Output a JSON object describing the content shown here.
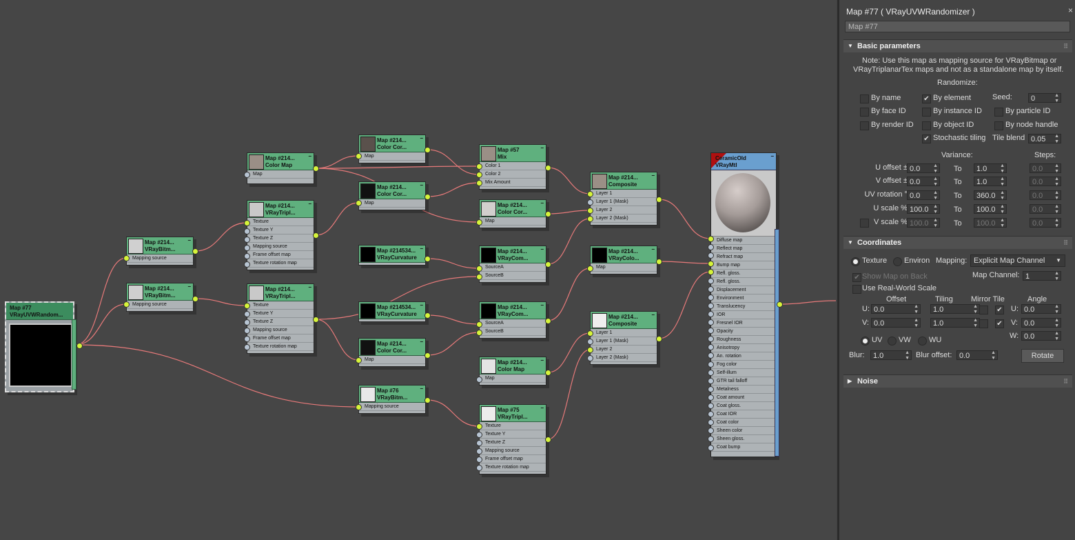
{
  "nodes": [
    {
      "id": "n77",
      "t1": "Map #77",
      "t2": "VRayUVWRandom...",
      "slots": []
    },
    {
      "id": "bm1",
      "t1": "Map #214...",
      "t2": "VRayBitm...",
      "slots": [
        "Mapping source"
      ]
    },
    {
      "id": "bm2",
      "t1": "Map #214...",
      "t2": "VRayBitm...",
      "slots": [
        "Mapping source"
      ]
    },
    {
      "id": "cm1",
      "t1": "Map #214...",
      "t2": "Color Map",
      "slots": [
        "Map"
      ]
    },
    {
      "id": "tp1",
      "t1": "Map #214...",
      "t2": "VRayTripl...",
      "slots": [
        "Texture",
        "Texture Y",
        "Texture Z",
        "Mapping source",
        "Frame offset map",
        "Texture rotation map"
      ]
    },
    {
      "id": "tp2",
      "t1": "Map #214...",
      "t2": "VRayTripl...",
      "slots": [
        "Texture",
        "Texture Y",
        "Texture Z",
        "Mapping source",
        "Frame offset map",
        "Texture rotation map"
      ]
    },
    {
      "id": "cc1",
      "t1": "Map #214...",
      "t2": "Color Cor...",
      "slots": [
        "Map"
      ]
    },
    {
      "id": "cc2",
      "t1": "Map #214...",
      "t2": "Color Cor...",
      "slots": [
        "Map"
      ]
    },
    {
      "id": "cv1",
      "t1": "Map #214534...",
      "t2": "VRayCurvature",
      "slots": []
    },
    {
      "id": "cv2",
      "t1": "Map #214534...",
      "t2": "VRayCurvature",
      "slots": []
    },
    {
      "id": "cc3",
      "t1": "Map #214...",
      "t2": "Color Cor...",
      "slots": [
        "Map"
      ]
    },
    {
      "id": "bm76",
      "t1": "Map #76",
      "t2": "VRayBitm...",
      "slots": [
        "Mapping source"
      ]
    },
    {
      "id": "mix",
      "t1": "Map #57",
      "t2": "Mix",
      "slots": [
        "Color 1",
        "Color 2",
        "Mix Amount"
      ]
    },
    {
      "id": "cc4",
      "t1": "Map #214...",
      "t2": "Color Cor...",
      "slots": [
        "Map"
      ]
    },
    {
      "id": "vc1",
      "t1": "Map #214...",
      "t2": "VRayCom...",
      "slots": [
        "SourceA",
        "SourceB"
      ]
    },
    {
      "id": "vc2",
      "t1": "Map #214...",
      "t2": "VRayCom...",
      "slots": [
        "SourceA",
        "SourceB"
      ]
    },
    {
      "id": "cm2",
      "t1": "Map #214...",
      "t2": "Color Map",
      "slots": [
        "Map"
      ]
    },
    {
      "id": "tp75",
      "t1": "Map #75",
      "t2": "VRayTripl...",
      "slots": [
        "Texture",
        "Texture Y",
        "Texture Z",
        "Mapping source",
        "Frame offset map",
        "Texture rotation map"
      ]
    },
    {
      "id": "comp1",
      "t1": "Map #214...",
      "t2": "Composite",
      "slots": [
        "Layer 1",
        "Layer 1 (Mask)",
        "Layer 2",
        "Layer 2 (Mask)"
      ]
    },
    {
      "id": "vcol",
      "t1": "Map #214...",
      "t2": "VRayColo...",
      "slots": [
        "Map"
      ]
    },
    {
      "id": "comp2",
      "t1": "Map #214...",
      "t2": "Composite",
      "slots": [
        "Layer 1",
        "Layer 1 (Mask)",
        "Layer 2",
        "Layer 2 (Mask)"
      ]
    },
    {
      "id": "mtl",
      "t1": "CeramicOld",
      "t2": "VRayMtl",
      "slots": [
        "Diffuse map",
        "Reflect map",
        "Refract map",
        "Bump map",
        "Refl. gloss.",
        "Refl. gloss.",
        "Displacement",
        "Environment",
        "Translucency",
        "IOR",
        "Fresnel IOR",
        "Opacity",
        "Roughness",
        "Anisotropy",
        "An. rotation",
        "Fog color",
        "Self-illum",
        "GTR tail falloff",
        "Metalness",
        "Coat amount",
        "Coat gloss.",
        "Coat IOR",
        "Coat color",
        "Sheen color",
        "Sheen gloss.",
        "Coat bump"
      ]
    }
  ],
  "panel": {
    "title": "Map #77  ( VRayUVWRandomizer )",
    "close": "×",
    "map_name": "Map #77",
    "basic": {
      "header": "Basic parameters",
      "note1": "Note: Use this map as mapping source for VRayBitmap or",
      "note2": "VRayTriplanarTex maps and not as a standalone map by itself.",
      "randomize": "Randomize:",
      "by_name": "By name",
      "by_element": "By element",
      "seed_label": "Seed:",
      "seed": "0",
      "by_face_id": "By face ID",
      "by_instance_id": "By instance ID",
      "by_particle_id": "By particle ID",
      "by_render_id": "By render ID",
      "by_object_id": "By object ID",
      "by_node_handle": "By node handle",
      "stochastic": "Stochastic tiling",
      "tile_blend_label": "Tile blend",
      "tile_blend": "0.05",
      "variance": "Variance:",
      "steps": "Steps:",
      "to": "To",
      "rows": [
        {
          "label": "U offset ±:",
          "from": "0.0",
          "to": "1.0",
          "steps": "0.0"
        },
        {
          "label": "V offset ±:",
          "from": "0.0",
          "to": "1.0",
          "steps": "0.0"
        },
        {
          "label": "UV rotation °:",
          "from": "0.0",
          "to": "360.0",
          "steps": "0.0"
        },
        {
          "label": "U scale %:",
          "from": "100.0",
          "to": "100.0",
          "steps": "0.0"
        },
        {
          "label": "V scale %:",
          "from": "100.0",
          "to": "100.0",
          "steps": "0.0"
        }
      ]
    },
    "coords": {
      "header": "Coordinates",
      "texture": "Texture",
      "environ": "Environ",
      "mapping_label": "Mapping:",
      "mapping": "Explicit Map Channel",
      "show_map": "Show Map on Back",
      "map_channel_label": "Map Channel:",
      "map_channel": "1",
      "real_world": "Use Real-World Scale",
      "offset": "Offset",
      "tiling": "Tiling",
      "mirror_tile": "Mirror Tile",
      "angle": "Angle",
      "u": "U:",
      "v": "V:",
      "w": "W:",
      "u_offset": "0.0",
      "v_offset": "0.0",
      "u_tiling": "1.0",
      "v_tiling": "1.0",
      "u_angle": "0.0",
      "v_angle": "0.0",
      "w_angle": "0.0",
      "uv": "UV",
      "vw": "VW",
      "wu": "WU",
      "blur_label": "Blur:",
      "blur": "1.0",
      "blur_offset_label": "Blur offset:",
      "blur_offset": "0.0",
      "rotate": "Rotate"
    },
    "noise": {
      "header": "Noise"
    }
  },
  "colors": {
    "node_header": "#5fb07e",
    "node_body": "#aeb3b6",
    "wire": "#e87a7a",
    "socket_active": "#d6f43a"
  }
}
